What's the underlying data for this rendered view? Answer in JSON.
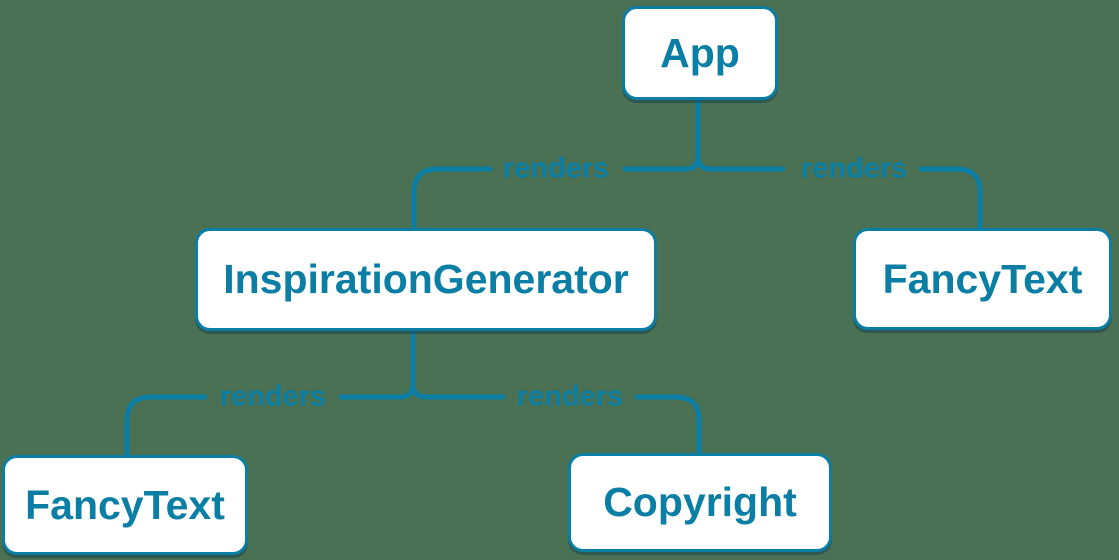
{
  "colors": {
    "background": "#4a7153",
    "accent": "#0a7ea4",
    "node_fill": "#ffffff"
  },
  "diagram": {
    "type": "component-render-tree",
    "nodes": [
      {
        "id": "app",
        "label": "App"
      },
      {
        "id": "inspiration-generator",
        "label": "InspirationGenerator"
      },
      {
        "id": "fancy-text-top",
        "label": "FancyText"
      },
      {
        "id": "fancy-text-bottom",
        "label": "FancyText"
      },
      {
        "id": "copyright",
        "label": "Copyright"
      }
    ],
    "edges": [
      {
        "from": "App",
        "to": "InspirationGenerator",
        "label": "renders"
      },
      {
        "from": "App",
        "to": "FancyText",
        "label": "renders"
      },
      {
        "from": "InspirationGenerator",
        "to": "FancyText",
        "label": "renders"
      },
      {
        "from": "InspirationGenerator",
        "to": "Copyright",
        "label": "renders"
      }
    ]
  }
}
